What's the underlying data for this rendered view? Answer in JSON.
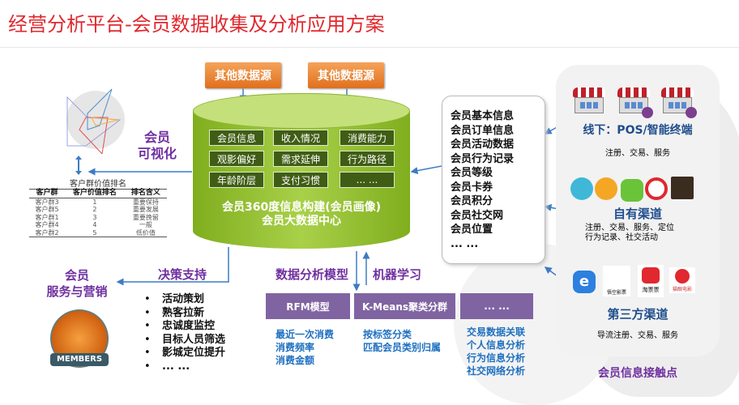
{
  "title": "经营分析平台-会员数据收集及分析应用方案",
  "sources": [
    "其他数据源",
    "其他数据源"
  ],
  "tags": [
    "会员信息",
    "收入情况",
    "消费能力",
    "观影偏好",
    "需求延伸",
    "行为路径",
    "年龄阶层",
    "支付习惯",
    "... ..."
  ],
  "center": {
    "line1": "会员360度信息构建(会员画像)",
    "line2": "会员大数据中心"
  },
  "callout": [
    "会员基本信息",
    "会员订单信息",
    "会员活动数据",
    "会员行为记录",
    "会员等级",
    "会员卡券",
    "会员积分",
    "会员社交网",
    "会员位置",
    "... ..."
  ],
  "visual": {
    "label1": "会员",
    "label2": "可视化"
  },
  "rank_table": {
    "title": "客户群价值排名",
    "headers": [
      "客户群",
      "客户价值排名",
      "排名含义"
    ],
    "rows": [
      [
        "客户群3",
        "1",
        "重要保持"
      ],
      [
        "客户群5",
        "2",
        "重要发展"
      ],
      [
        "客户群1",
        "3",
        "重要挽留"
      ],
      [
        "客户群4",
        "4",
        "一般"
      ],
      [
        "客户群2",
        "5",
        "低价值"
      ]
    ]
  },
  "decision": "决策支持",
  "service": {
    "line1": "会员",
    "line2": "服务与营销",
    "badge": "MEMBERS"
  },
  "bullets": [
    "活动策划",
    "熟客拉新",
    "忠诚度监控",
    "目标人员筛选",
    "影城定位提升",
    "... ..."
  ],
  "analysis_label": "数据分析模型",
  "ml_label": "机器学习",
  "models": [
    {
      "name": "RFM模型",
      "items": [
        "最近一次消费",
        "消费频率",
        "消费金额"
      ]
    },
    {
      "name": "K-Means聚类分群",
      "items": [
        "按标签分类",
        "匹配会员类别归属"
      ]
    },
    {
      "name": "... ...",
      "items": [
        "交易数据关联",
        "个人信息分析",
        "行为信息分析",
        "社交网络分析"
      ]
    }
  ],
  "channels": [
    {
      "title": "线下：POS/智能终端",
      "desc": [
        "注册、交易、服务"
      ]
    },
    {
      "title": "自有渠道",
      "desc": [
        "注册、交易、服务、定位",
        "行为记录、社交活动"
      ]
    },
    {
      "title": "第三方渠道",
      "desc": [
        "导流注册、交易、服务"
      ]
    }
  ],
  "app_labels": [
    "悟空影票",
    "淘票票",
    "猫眼电影"
  ],
  "touchpoints": "会员信息接触点",
  "colors": {
    "title": "#e0282e",
    "purple": "#7030a0",
    "blue": "#1f4e8c",
    "green": "#8db53a",
    "orange": "#e0701e",
    "model": "#8064a2"
  }
}
